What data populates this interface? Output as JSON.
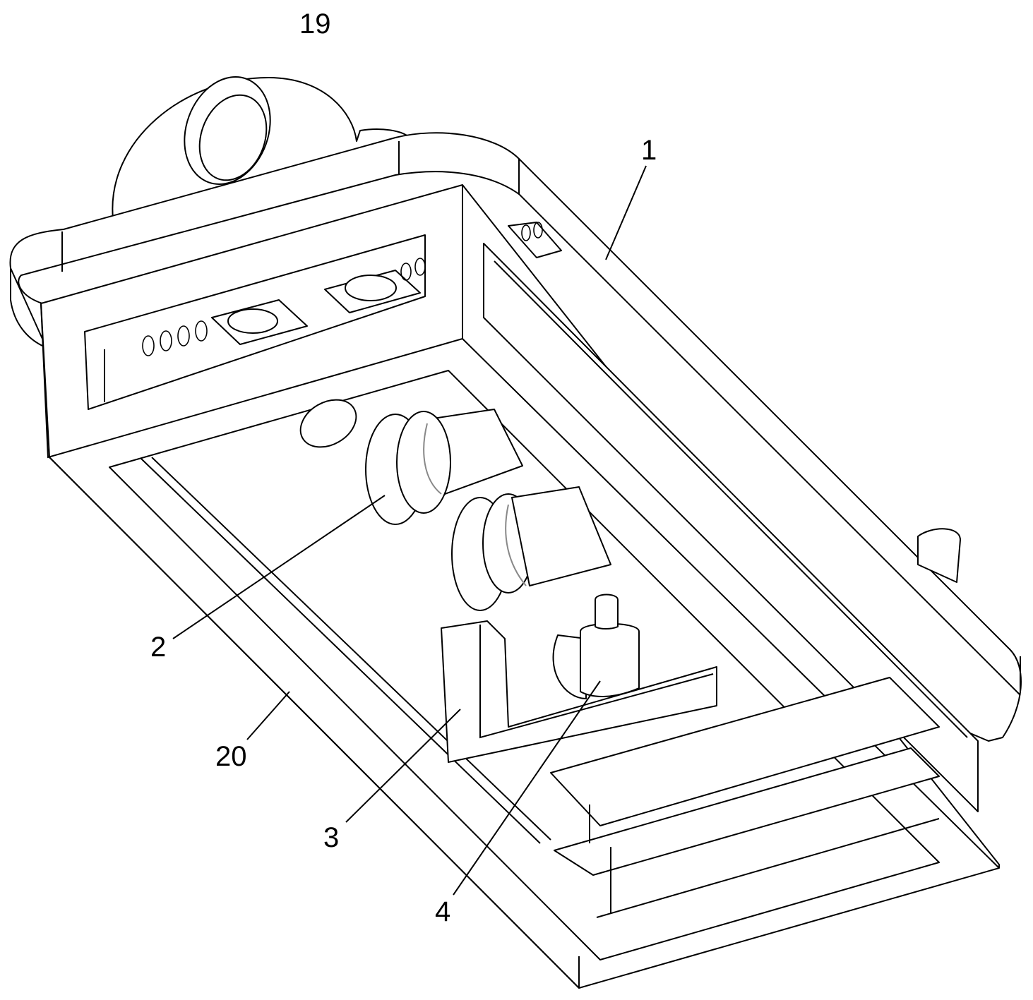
{
  "figure": {
    "labels": [
      {
        "id": "lbl-19",
        "text": "19"
      },
      {
        "id": "lbl-1",
        "text": "1"
      },
      {
        "id": "lbl-2",
        "text": "2"
      },
      {
        "id": "lbl-20",
        "text": "20"
      },
      {
        "id": "lbl-3",
        "text": "3"
      },
      {
        "id": "lbl-4",
        "text": "4"
      }
    ]
  }
}
